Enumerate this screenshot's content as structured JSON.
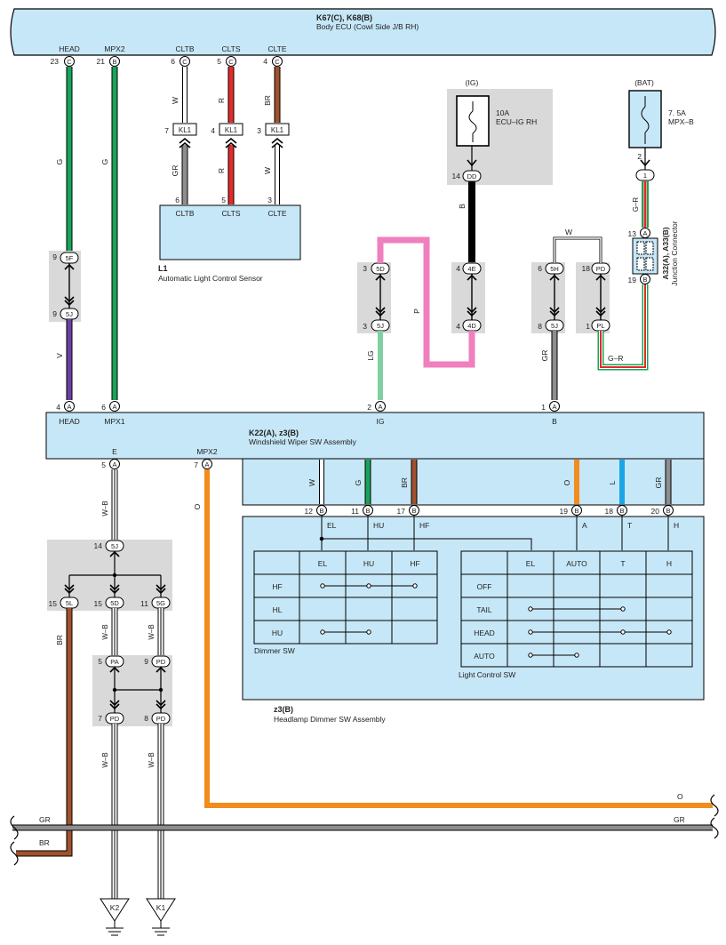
{
  "body_ecu": {
    "id": "K67(C), K68(B)",
    "name": "Body ECU (Cowl Side J/B RH)",
    "pins": [
      {
        "label": "HEAD",
        "no": "23",
        "conn": "C"
      },
      {
        "label": "MPX2",
        "no": "21",
        "conn": "B"
      },
      {
        "label": "CLTB",
        "no": "6",
        "conn": "C"
      },
      {
        "label": "CLTS",
        "no": "5",
        "conn": "C"
      },
      {
        "label": "CLTE",
        "no": "4",
        "conn": "C"
      }
    ]
  },
  "kl1": {
    "name": "KL1",
    "pins": [
      "7",
      "4",
      "3"
    ]
  },
  "sensor": {
    "id": "L1",
    "name": "Automatic Light Control Sensor",
    "pins": [
      {
        "label": "CLTB",
        "no": "6"
      },
      {
        "label": "CLTS",
        "no": "5"
      },
      {
        "label": "CLTE",
        "no": "3"
      }
    ]
  },
  "fuse_ig": {
    "supply": "(IG)",
    "rating": "10A",
    "name": "ECU–IG RH",
    "pin": "14",
    "conn": "DD"
  },
  "fuse_bat": {
    "supply": "(BAT)",
    "rating": "7. 5A",
    "name": "MPX–B",
    "pin": "2",
    "conn": "1"
  },
  "junction": {
    "id": "A32(A), A33(B)",
    "name": "Junction Connector",
    "pins": [
      {
        "no": "13",
        "conn": "A"
      },
      {
        "no": "19",
        "conn": "B"
      }
    ]
  },
  "joints_top": [
    {
      "top_no": "9",
      "top": "5F",
      "bot_no": "9",
      "bot": "5J"
    },
    {
      "top_no": "3",
      "top": "5D",
      "bot_no": "3",
      "bot": "5J"
    },
    {
      "top_no": "4",
      "top": "4E",
      "bot_no": "4",
      "bot": "4D"
    },
    {
      "top_no": "6",
      "top": "5H",
      "bot_no": "8",
      "bot": "5J"
    },
    {
      "top_no": "18",
      "top": "PD",
      "bot_no": "1",
      "bot": "PL"
    }
  ],
  "wiper_sw": {
    "id": "K22(A), z3(B)",
    "name": "Windshield Wiper SW Assembly",
    "top_pins": [
      {
        "label": "HEAD",
        "no": "4",
        "conn": "A"
      },
      {
        "label": "MPX1",
        "no": "6",
        "conn": "A"
      },
      {
        "label": "IG",
        "no": "2",
        "conn": "A"
      },
      {
        "label": "B",
        "no": "1",
        "conn": "A"
      }
    ],
    "bottom_pins": [
      {
        "label": "E",
        "no": "5",
        "conn": "A"
      },
      {
        "label": "MPX2",
        "no": "7",
        "conn": "A"
      }
    ]
  },
  "dimmer_assy": {
    "id": "z3(B)",
    "name": "Headlamp Dimmer SW Assembly",
    "pins": [
      {
        "color": "W",
        "no": "12",
        "conn": "B",
        "term": "EL"
      },
      {
        "color": "G",
        "no": "11",
        "conn": "B",
        "term": "HU"
      },
      {
        "color": "BR",
        "no": "17",
        "conn": "B",
        "term": "HF"
      },
      {
        "color": "O",
        "no": "19",
        "conn": "B",
        "term": "A"
      },
      {
        "color": "L",
        "no": "18",
        "conn": "B",
        "term": "T"
      },
      {
        "color": "GR",
        "no": "20",
        "conn": "B",
        "term": "H"
      }
    ],
    "dimmer_table": {
      "caption": "Dimmer SW",
      "columns": [
        "EL",
        "HU",
        "HF"
      ],
      "rows": [
        "HF",
        "HL",
        "HU"
      ]
    },
    "light_table": {
      "caption": "Light Control SW",
      "columns": [
        "EL",
        "AUTO",
        "T",
        "H"
      ],
      "rows": [
        "OFF",
        "TAIL",
        "HEAD",
        "AUTO"
      ]
    }
  },
  "ground_j1": {
    "top_no": "14",
    "top": "5J",
    "left_no": "15",
    "left": "5L",
    "mid_no": "15",
    "mid": "5D",
    "right_no": "11",
    "right": "5G"
  },
  "ground_j2": {
    "a_no": "5",
    "a": "PA",
    "b_no": "9",
    "b": "PD",
    "c_no": "7",
    "c": "PD",
    "d_no": "8",
    "d": "PD"
  },
  "grounds": [
    "K2",
    "K1"
  ],
  "wires": {
    "head": "G",
    "mpx2": "G",
    "cltb": "W",
    "clts": "R",
    "clte": "BR",
    "cltb_low": "GR",
    "clts_low": "R",
    "clte_low": "W",
    "v": "V",
    "lg": "LG",
    "p": "P",
    "b_ig": "B",
    "w_bridge": "W",
    "gr_b": "GR",
    "gr_junction": "G–R",
    "gr_bottom": "G–R",
    "wb1": "W–B",
    "o_mpx": "O",
    "br_ground": "BR",
    "wb2": "W–B",
    "wb3": "W–B",
    "wb4": "W–B",
    "wb5": "W–B",
    "bus_o": "O",
    "bus_gr": "GR",
    "bus_gr_left": "GR",
    "bus_br_left": "BR"
  },
  "colors": {
    "G": "#1aa35a",
    "W": "#ffffff",
    "R": "#e52a2a",
    "BR": "#a0522d",
    "GR": "#8e8e8e",
    "V": "#6b3fa0",
    "LG": "#7fd0a0",
    "P": "#f07fbd",
    "B": "#1a1a1a",
    "O": "#f28c1c",
    "L": "#1aa5e6",
    "box": "#c6e7f7",
    "joint": "#d9d9d9"
  }
}
